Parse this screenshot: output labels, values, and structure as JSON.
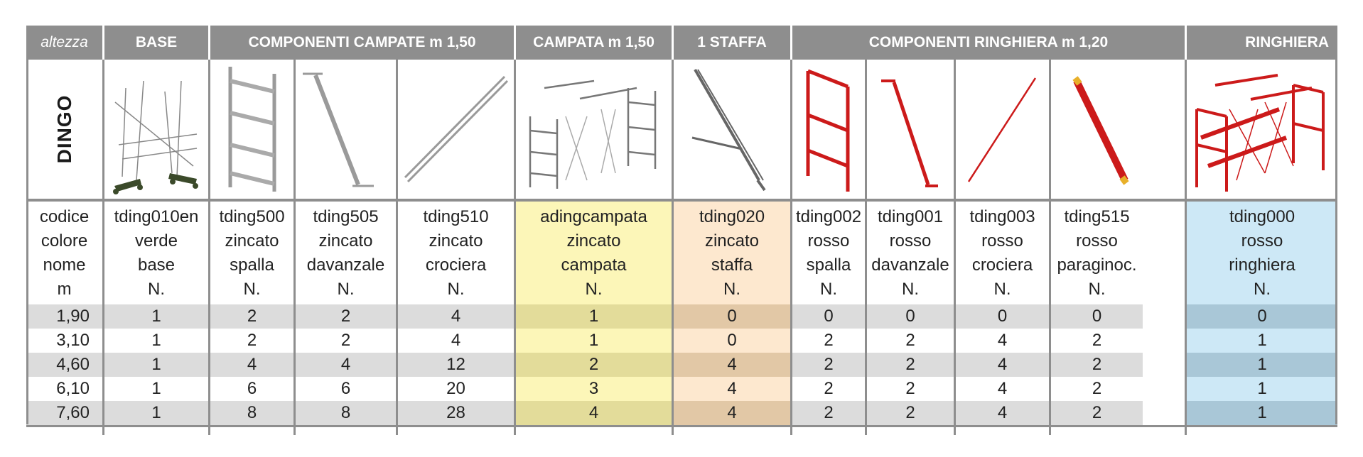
{
  "header": {
    "altezza": "altezza",
    "base": "BASE",
    "componenti_campate": "COMPONENTI CAMPATE m 1,50",
    "campata": "CAMPATA m 1,50",
    "staffa": "1 STAFFA",
    "componenti_ringhiera": "COMPONENTI RINGHIERA m 1,20",
    "ringhiera": "RINGHIERA"
  },
  "product_name": "DINGO",
  "colors": {
    "header_bg": "#8e8e8e",
    "row_alt": "#dcdcdc",
    "campata_light": "#fcf6b8",
    "campata_dark": "#e3dc9a",
    "staffa_light": "#fde8cf",
    "staffa_dark": "#e2c8a6",
    "ringhiera_light": "#cde8f6",
    "ringhiera_dark": "#a9c7d7",
    "red": "#cc1a1a"
  },
  "images": [
    {
      "name": "base-frame-icon",
      "color": "#3b4a2a"
    },
    {
      "name": "spalla-frame-icon",
      "color": "#9a9a9a"
    },
    {
      "name": "davanzale-rail-icon",
      "color": "#9a9a9a"
    },
    {
      "name": "crociera-brace-icon",
      "color": "#9a9a9a"
    },
    {
      "name": "campata-assembly-icon",
      "color": "#777777"
    },
    {
      "name": "staffa-bracket-icon",
      "color": "#666666"
    },
    {
      "name": "ringhiera-spalla-icon",
      "color": "#cc1a1a"
    },
    {
      "name": "ringhiera-davanzale-icon",
      "color": "#cc1a1a"
    },
    {
      "name": "ringhiera-crociera-icon",
      "color": "#cc1a1a"
    },
    {
      "name": "paraginocchia-icon",
      "color": "#cc1a1a"
    },
    {
      "name": "ringhiera-assembly-icon",
      "color": "#cc1a1a"
    }
  ],
  "columns": [
    {
      "codice": "codice",
      "colore": "colore",
      "nome": "nome",
      "unit": "m"
    },
    {
      "codice": "tding010en",
      "colore": "verde",
      "nome": "base",
      "unit": "N."
    },
    {
      "codice": "tding500",
      "colore": "zincato",
      "nome": "spalla",
      "unit": "N."
    },
    {
      "codice": "tding505",
      "colore": "zincato",
      "nome": "davanzale",
      "unit": "N."
    },
    {
      "codice": "tding510",
      "colore": "zincato",
      "nome": "crociera",
      "unit": "N."
    },
    {
      "codice": "adingcampata",
      "colore": "zincato",
      "nome": "campata",
      "unit": "N."
    },
    {
      "codice": "tding020",
      "colore": "zincato",
      "nome": "staffa",
      "unit": "N."
    },
    {
      "codice": "tding002",
      "colore": "rosso",
      "nome": "spalla",
      "unit": "N."
    },
    {
      "codice": "tding001",
      "colore": "rosso",
      "nome": "davanzale",
      "unit": "N."
    },
    {
      "codice": "tding003",
      "colore": "rosso",
      "nome": "crociera",
      "unit": "N."
    },
    {
      "codice": "tding515",
      "colore": "rosso",
      "nome": "paraginoc.",
      "unit": "N."
    },
    {
      "codice": "tding000",
      "colore": "rosso",
      "nome": "ringhiera",
      "unit": "N."
    }
  ],
  "rows": [
    [
      "1,90",
      "1",
      "2",
      "2",
      "4",
      "1",
      "0",
      "0",
      "0",
      "0",
      "0",
      "0"
    ],
    [
      "3,10",
      "1",
      "2",
      "2",
      "4",
      "1",
      "0",
      "2",
      "2",
      "4",
      "2",
      "1"
    ],
    [
      "4,60",
      "1",
      "4",
      "4",
      "12",
      "2",
      "4",
      "2",
      "2",
      "4",
      "2",
      "1"
    ],
    [
      "6,10",
      "1",
      "6",
      "6",
      "20",
      "3",
      "4",
      "2",
      "2",
      "4",
      "2",
      "1"
    ],
    [
      "7,60",
      "1",
      "8",
      "8",
      "28",
      "4",
      "4",
      "2",
      "2",
      "4",
      "2",
      "1"
    ]
  ]
}
